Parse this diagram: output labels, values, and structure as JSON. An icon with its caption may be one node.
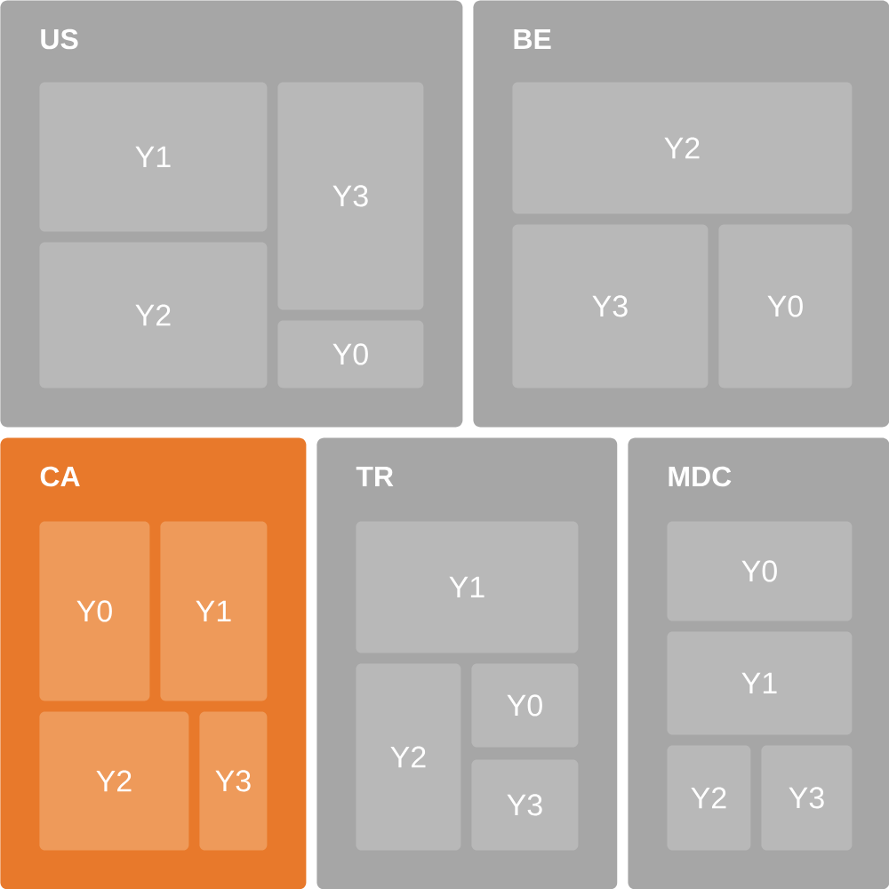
{
  "diagram": {
    "nodes": [
      {
        "text": [
          "US"
        ]
      },
      {
        "text": [
          "Y1"
        ],
        "in": 0
      },
      {
        "text": [
          "Y3"
        ],
        "in": 0
      },
      {
        "text": [
          "Y2"
        ],
        "in": 0
      },
      {
        "text": [
          "Y0"
        ],
        "in": 0
      },
      {
        "text": [
          "BE"
        ]
      },
      {
        "text": [
          "Y2"
        ],
        "in": 5
      },
      {
        "text": [
          "Y3"
        ],
        "in": 5
      },
      {
        "text": [
          "Y0"
        ],
        "in": 5
      },
      {
        "text": [
          "CA"
        ]
      },
      {
        "text": [
          "Y0"
        ],
        "in": 9
      },
      {
        "text": [
          "Y1"
        ],
        "in": 9
      },
      {
        "text": [
          "Y2"
        ],
        "in": 9
      },
      {
        "text": [
          "Y3"
        ],
        "in": 9
      },
      {
        "text": [
          "TR"
        ]
      },
      {
        "text": [
          "Y1"
        ],
        "in": 14
      },
      {
        "text": [
          "Y2"
        ],
        "in": 14
      },
      {
        "text": [
          "Y0"
        ],
        "in": 14
      },
      {
        "text": [
          "Y3"
        ],
        "in": 14
      },
      {
        "text": [
          "MDC"
        ]
      },
      {
        "text": [
          "Y0"
        ],
        "in": 19
      },
      {
        "text": [
          "Y1"
        ],
        "in": 19
      },
      {
        "text": [
          "Y2"
        ],
        "in": 19
      },
      {
        "text": [
          "Y3"
        ],
        "in": 19
      }
    ]
  }
}
